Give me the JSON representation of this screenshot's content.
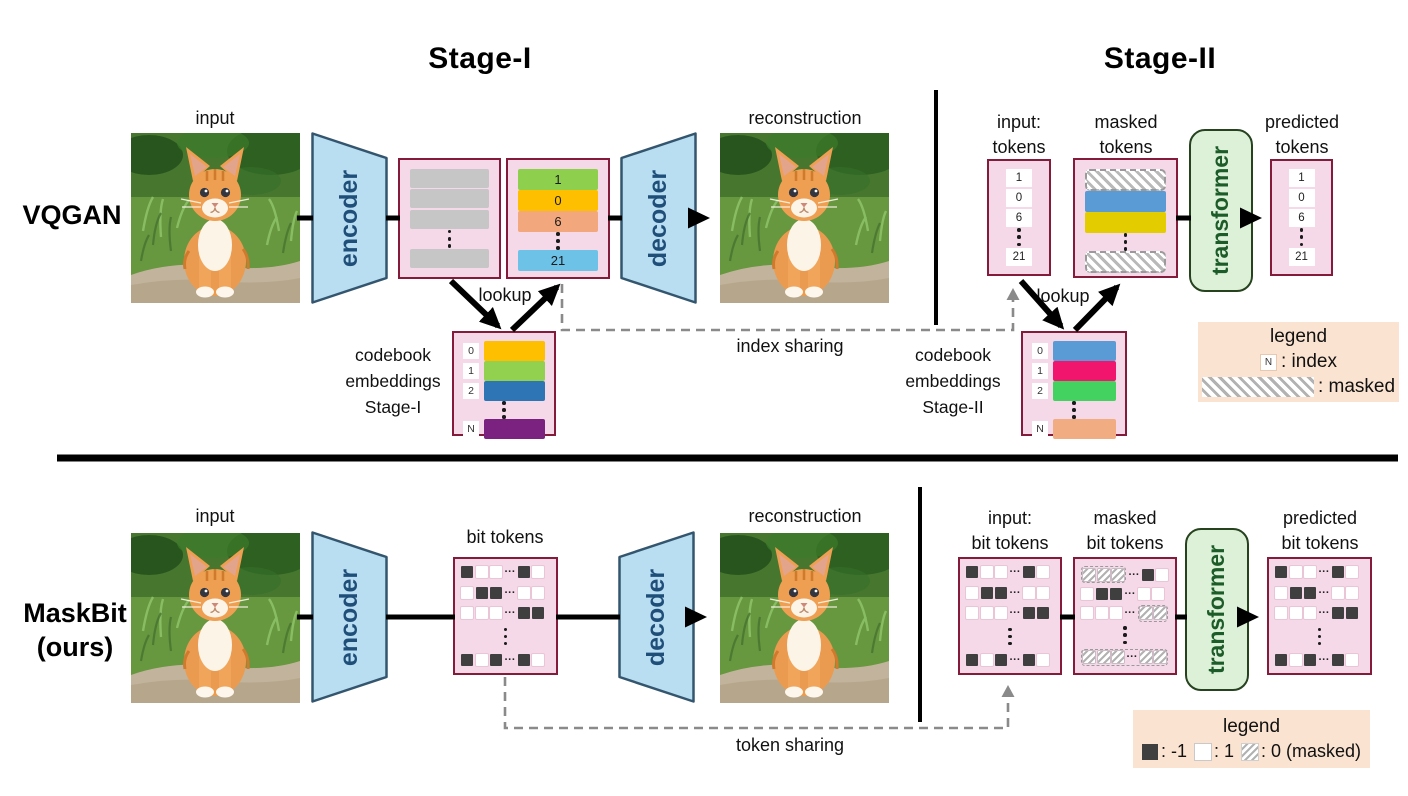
{
  "titles": {
    "stage1": "Stage-I",
    "stage2": "Stage-II"
  },
  "row_labels": {
    "vqgan": "VQGAN",
    "maskbit_line1": "MaskBit",
    "maskbit_line2": "(ours)"
  },
  "blocks": {
    "encoder": "encoder",
    "decoder": "decoder",
    "transformer": "transformer"
  },
  "colors": {
    "pink_box_fill": "#f5d9e8",
    "pink_box_border": "#851b3a",
    "encoder_fill": "#b9ddf1",
    "encoder_border": "#33566e",
    "encoder_text": "#1f4e79",
    "transformer_fill": "#ddf0d8",
    "transformer_border": "#26421f",
    "transformer_text": "#1c5c28",
    "legend_bg": "#fbe3d1",
    "gray_bar": "#c6c6c6",
    "dark_cell": "#3f3f3f",
    "dash_gray": "#8a8a8a"
  },
  "vqgan_row": {
    "input_label": "input",
    "reconstruction_label": "reconstruction",
    "lookup_label": "lookup",
    "index_sharing_label": "index sharing",
    "codebook_line1": "codebook",
    "codebook_line2": "embeddings",
    "codebook_line3": "Stage-I",
    "latent_bars": [
      {
        "type": "gray"
      },
      {
        "type": "gray"
      },
      {
        "type": "gray"
      },
      {
        "type": "dots"
      },
      {
        "type": "gray"
      }
    ],
    "index_bars": [
      {
        "type": "bar",
        "label": "1",
        "color": "#8ed04e"
      },
      {
        "type": "bar",
        "label": "0",
        "color": "#fdbf00"
      },
      {
        "type": "bar",
        "label": "6",
        "color": "#f2a87c"
      },
      {
        "type": "dots"
      },
      {
        "type": "bar",
        "label": "21",
        "color": "#6dc2e8"
      }
    ],
    "codebook_rows": [
      {
        "idx": "0",
        "color": "#fdbf00"
      },
      {
        "idx": "1",
        "color": "#92d050"
      },
      {
        "idx": "2",
        "color": "#2e75b6"
      },
      {
        "type": "dots"
      },
      {
        "idx": "N",
        "color": "#7b2281"
      }
    ]
  },
  "stage2_top": {
    "input_header_l1": "input:",
    "input_header_l2": "tokens",
    "masked_header_l1": "masked",
    "masked_header_l2": "tokens",
    "predicted_header_l1": "predicted",
    "predicted_header_l2": "tokens",
    "lookup_label": "lookup",
    "codebook_line1": "codebook",
    "codebook_line2": "embeddings",
    "codebook_line3": "Stage-II",
    "input_chips": [
      "1",
      "0",
      "6",
      "⋮",
      "21"
    ],
    "masked_bars": [
      {
        "type": "masked"
      },
      {
        "type": "bar",
        "color": "#5b9bd5"
      },
      {
        "type": "bar",
        "color": "#e3cd00"
      },
      {
        "type": "dots"
      },
      {
        "type": "masked"
      }
    ],
    "predicted_chips": [
      "1",
      "0",
      "6",
      "⋮",
      "21"
    ],
    "codebook_rows": [
      {
        "idx": "0",
        "color": "#5b9bd5"
      },
      {
        "idx": "1",
        "color": "#f2156e"
      },
      {
        "idx": "2",
        "color": "#43d15f"
      },
      {
        "type": "dots"
      },
      {
        "idx": "N",
        "color": "#f2ac82"
      }
    ]
  },
  "maskbit_row": {
    "input_label": "input",
    "reconstruction_label": "reconstruction",
    "bit_tokens_label": "bit tokens",
    "token_sharing_label": "token sharing",
    "bit_grid": [
      [
        "d",
        "w",
        "w",
        "h",
        "d",
        "w"
      ],
      [
        "w",
        "d",
        "d",
        "h",
        "w",
        "w"
      ],
      [
        "w",
        "w",
        "w",
        "h",
        "d",
        "d"
      ],
      [
        "v"
      ],
      [
        "d",
        "w",
        "d",
        "h",
        "d",
        "w"
      ]
    ],
    "masked_bit_grid": [
      [
        {
          "g": [
            "m",
            "m",
            "m"
          ]
        },
        "h",
        "d",
        "w"
      ],
      [
        "w",
        "d",
        "d",
        "h",
        "w",
        "w"
      ],
      [
        "w",
        "w",
        "w",
        "h",
        {
          "g": [
            "m",
            "m"
          ]
        }
      ],
      [
        "v"
      ],
      [
        {
          "g": [
            "m",
            "m",
            "m",
            "h",
            "m",
            "m"
          ]
        }
      ]
    ]
  },
  "stage2_bottom": {
    "input_header_l1": "input:",
    "input_header_l2": "bit tokens",
    "masked_header_l1": "masked",
    "masked_header_l2": "bit tokens",
    "predicted_header_l1": "predicted",
    "predicted_header_l2": "bit tokens"
  },
  "legend_top": {
    "title": "legend",
    "index_chip": "N",
    "index_label": ": index",
    "masked_label": ": masked"
  },
  "legend_bottom": {
    "title": "legend",
    "neg_label": ": -1",
    "pos_label": ": 1",
    "masked_label": ": 0 (masked)"
  }
}
